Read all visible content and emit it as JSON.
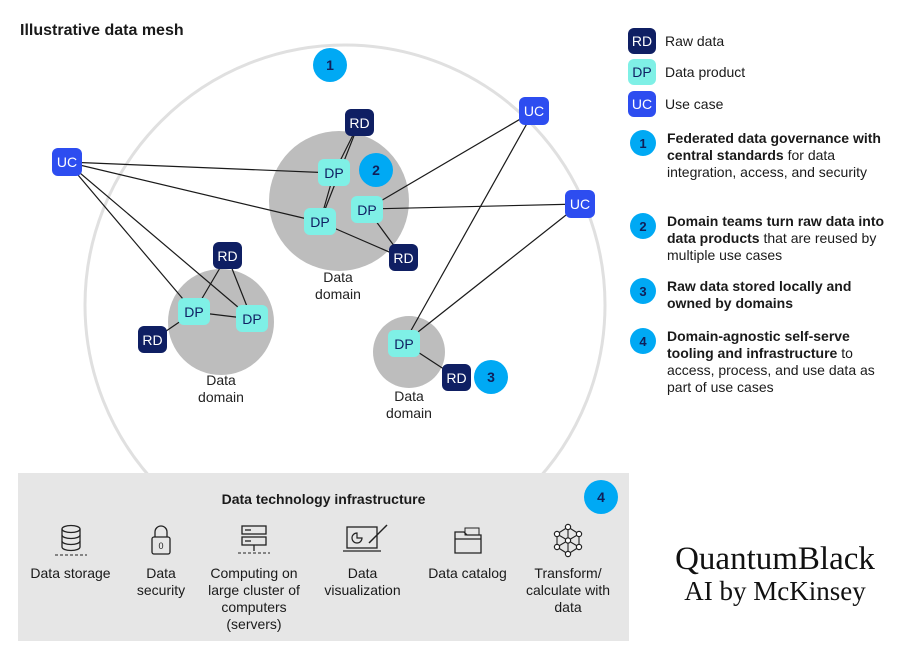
{
  "title": "Illustrative data mesh",
  "colors": {
    "rd": "#0f1f63",
    "dp": "#7ff0e6",
    "uc": "#2d4df0",
    "num": "#00a9f4",
    "domain": "#bdbdbd"
  },
  "node_labels": {
    "rd": "RD",
    "dp": "DP",
    "uc": "UC"
  },
  "domain_label_line1": "Data",
  "domain_label_line2": "domain",
  "markers": {
    "m1": "1",
    "m2": "2",
    "m3": "3"
  },
  "legend": [
    {
      "badge": "RD",
      "label": "Raw data"
    },
    {
      "badge": "DP",
      "label": "Data product"
    },
    {
      "badge": "UC",
      "label": "Use case"
    }
  ],
  "notes": [
    {
      "num": "1",
      "bold": "Federated data governance with central standards",
      "rest": "for data integration, access, and security"
    },
    {
      "num": "2",
      "bold": "Domain teams turn raw data into data products",
      "rest": "that are reused by multiple use cases"
    },
    {
      "num": "3",
      "bold": "Raw data stored locally and owned by domains",
      "rest": ""
    },
    {
      "num": "4",
      "bold": "Domain-agnostic self-serve tooling and infrastructure",
      "rest": "to access, process, and use data as part of use cases"
    }
  ],
  "infrastructure": {
    "title": "Data technology infrastructure",
    "num": "4",
    "tools": [
      {
        "icon": "database-icon",
        "label": "Data storage"
      },
      {
        "icon": "lock-icon",
        "label": "Data security"
      },
      {
        "icon": "server-icon",
        "label": "Computing on large cluster of computers (servers)"
      },
      {
        "icon": "visualization-icon",
        "label": "Data visualization"
      },
      {
        "icon": "folder-icon",
        "label": "Data catalog"
      },
      {
        "icon": "network-icon",
        "label": "Transform/ calculate with data"
      }
    ]
  },
  "logo": {
    "line1": "QuantumBlack",
    "line2": "AI by McKinsey"
  }
}
